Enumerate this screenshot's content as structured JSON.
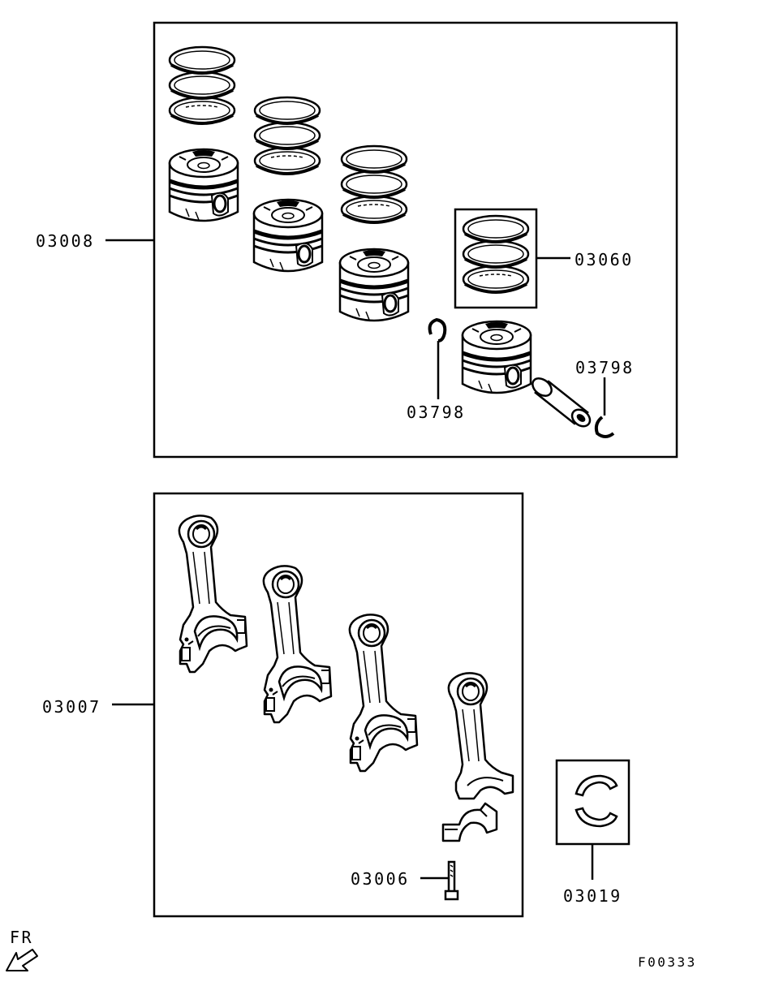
{
  "callouts": {
    "piston_assembly": "03008",
    "ring_set": "03060",
    "snap_ring_left": "03798",
    "snap_ring_right": "03798",
    "connecting_rod_assembly": "03007",
    "rod_bolt": "03006",
    "rod_bearing": "03019"
  },
  "direction_marker": "FR",
  "figure_code": "F00333",
  "colors": {
    "line": "#000000",
    "background": "#ffffff"
  }
}
